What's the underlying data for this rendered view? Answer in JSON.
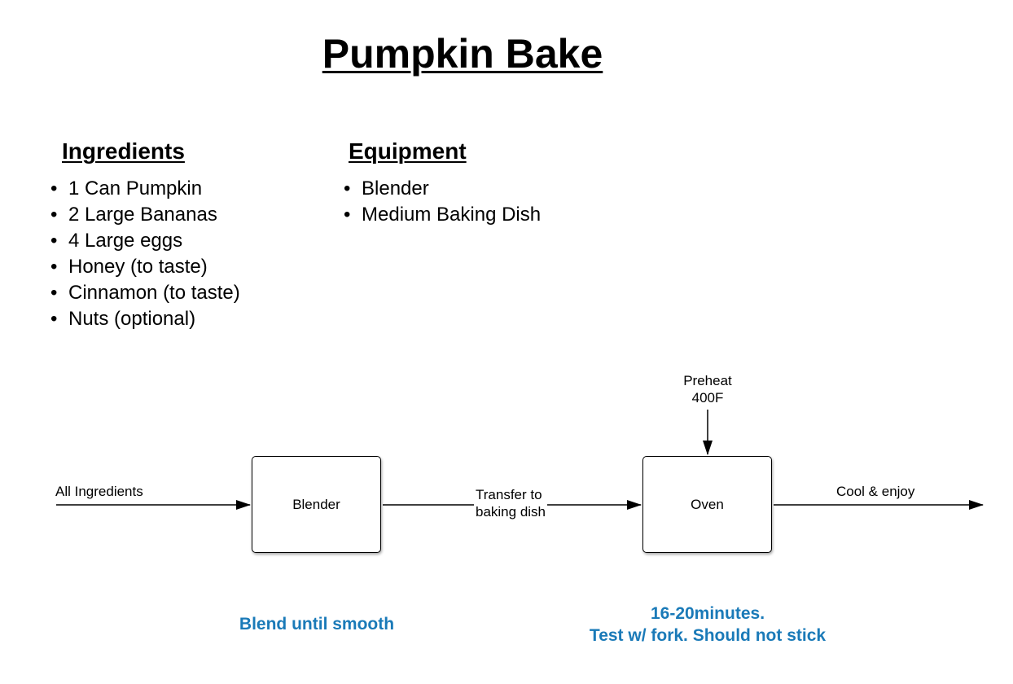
{
  "title": "Pumpkin Bake",
  "ingredients": {
    "heading": "Ingredients",
    "items": [
      "1 Can Pumpkin",
      "2 Large Bananas",
      "4 Large eggs",
      "Honey (to taste)",
      "Cinnamon (to taste)",
      "Nuts (optional)"
    ]
  },
  "equipment": {
    "heading": "Equipment",
    "items": [
      "Blender",
      "Medium Baking Dish"
    ]
  },
  "flow": {
    "input_label": "All Ingredients",
    "blender_box": "Blender",
    "transfer_label_line1": "Transfer to",
    "transfer_label_line2": "baking dish",
    "oven_box": "Oven",
    "preheat_line1": "Preheat",
    "preheat_line2": "400F",
    "output_label": "Cool & enjoy"
  },
  "notes": {
    "blender": "Blend until smooth",
    "oven_line1": "16-20minutes.",
    "oven_line2": "Test w/ fork. Should not stick"
  },
  "colors": {
    "note_text": "#1a7ab8"
  }
}
